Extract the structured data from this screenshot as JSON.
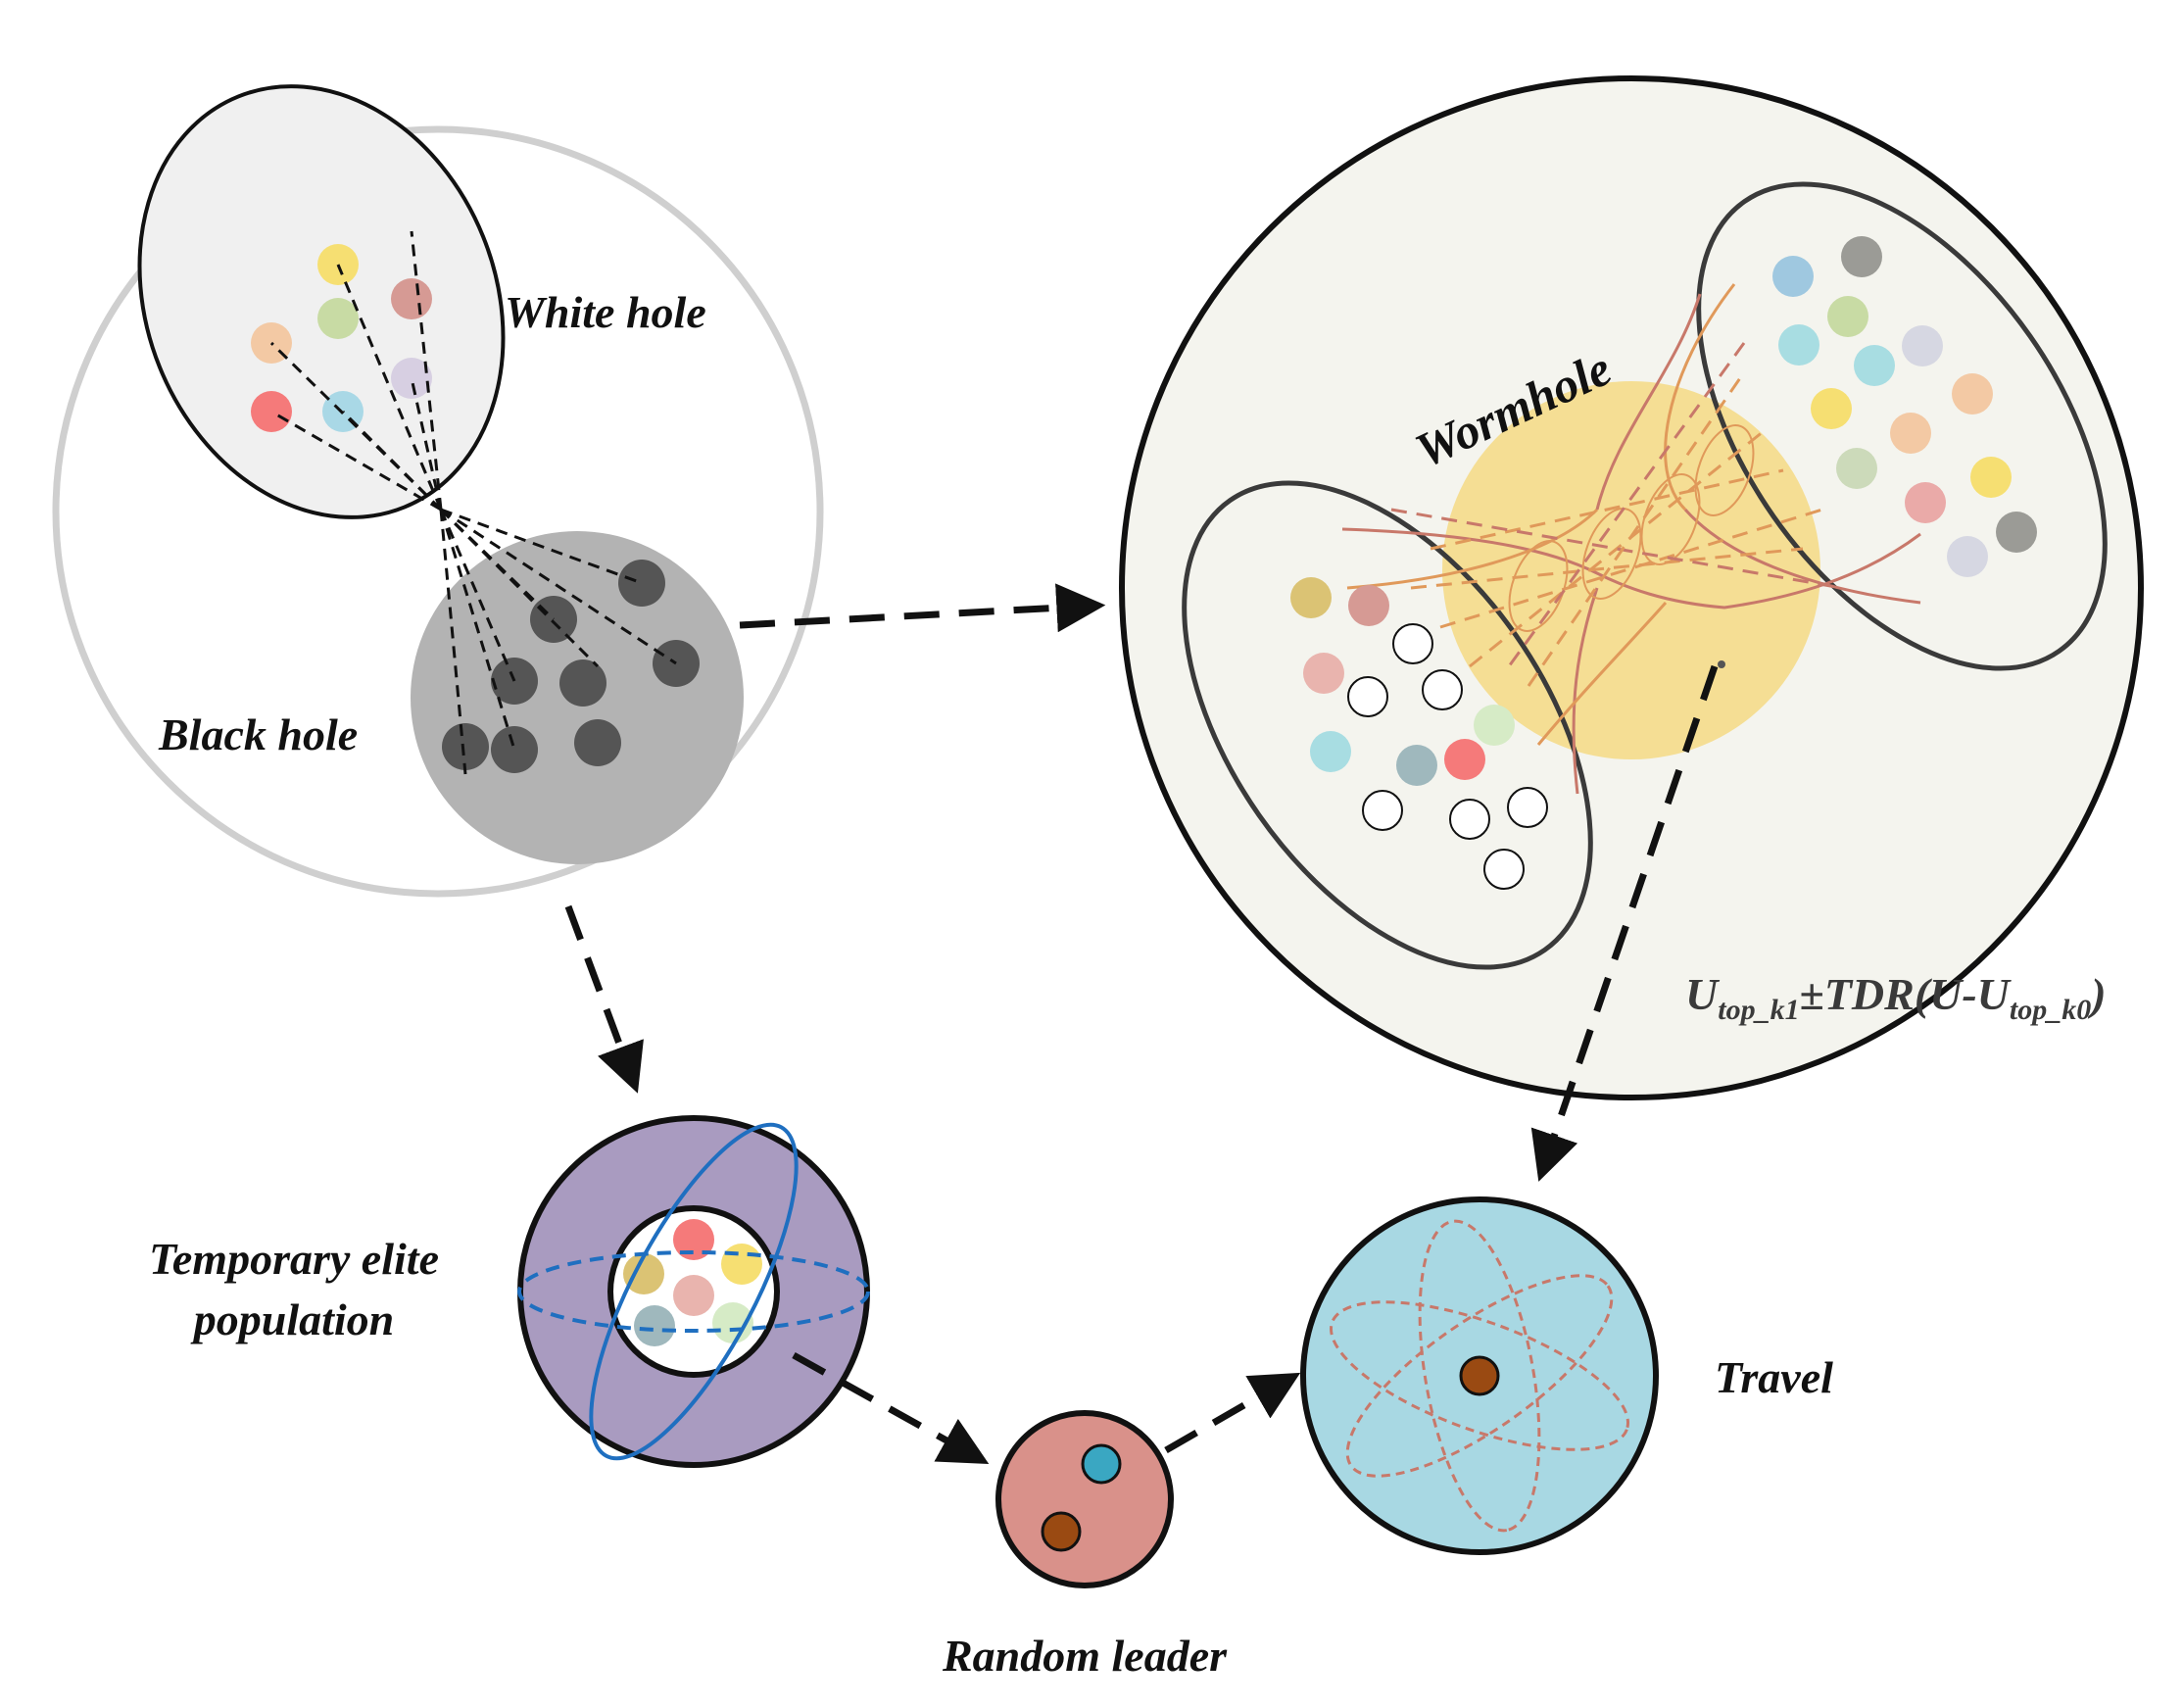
{
  "labels": {
    "white_hole": "White hole",
    "black_hole": "Black hole",
    "wormhole": "Wormhole",
    "temporary_elite_line1": "Temporary elite",
    "temporary_elite_line2": "population",
    "travel": "Travel",
    "random_leader": "Random leader"
  },
  "formula": {
    "u1": "U",
    "sub1": "top_k1",
    "pm": "±",
    "tdr": "TDR(U-U",
    "sub2": "top_k0",
    "close": ")"
  },
  "colors": {
    "ink": "#111111",
    "outer_ring": "#cfcfcf",
    "white_hole_fill": "#f0f0f0",
    "black_hole_fill": "#b3b3b3",
    "black_dot": "#555555",
    "wormhole_bg": "#f4f4ee",
    "wormhole_glow": "#f5dc8a",
    "wormhole_lines": "#e0995a",
    "wormhole_red": "#c8786a",
    "elite_fill": "#a99bc0",
    "orbit_blue": "#1f6fc0",
    "random_fill": "#d9918a",
    "travel_fill": "#a8d8e3",
    "core_brown": "#9a4a12",
    "teal": "#3aa7c2"
  },
  "dot_palette": [
    "#f6df72",
    "#d69a94",
    "#c8dba4",
    "#f3c9a4",
    "#d7cfe2",
    "#f57a7a",
    "#a9d8e6",
    "#9fc8e0",
    "#9b9b96",
    "#a8dde2",
    "#d6d7e2",
    "#dbc374",
    "#e9b4ae",
    "#d6ebc6",
    "#9fb8bd",
    "#ccdaba",
    "#eaaaa8"
  ]
}
